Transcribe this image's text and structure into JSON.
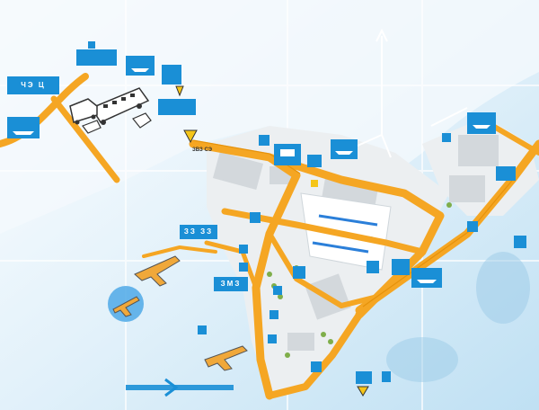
{
  "map": {
    "colors": {
      "water": "#cfe8f6",
      "water_deep": "#a9d3ee",
      "land": "#eef2f4",
      "road": "#f5a623",
      "road_edge": "#e08a00",
      "marker": "#1a8fd6",
      "terminal": "#2b7fd9",
      "building": "#d9dde0"
    },
    "labels": {
      "top_left_sign": "ЧЭ Ц",
      "mid_left_sign_top": "ЗЗ ЗЗ",
      "mid_left_sign_bottom": "ЗМЗ",
      "small_text": "ЗВЗ СЭ"
    },
    "icons": [
      "bus-icon",
      "car-icon",
      "airplane-icon",
      "ship-icon",
      "train-icon",
      "info-marker-icon",
      "north-arrow-icon"
    ]
  }
}
